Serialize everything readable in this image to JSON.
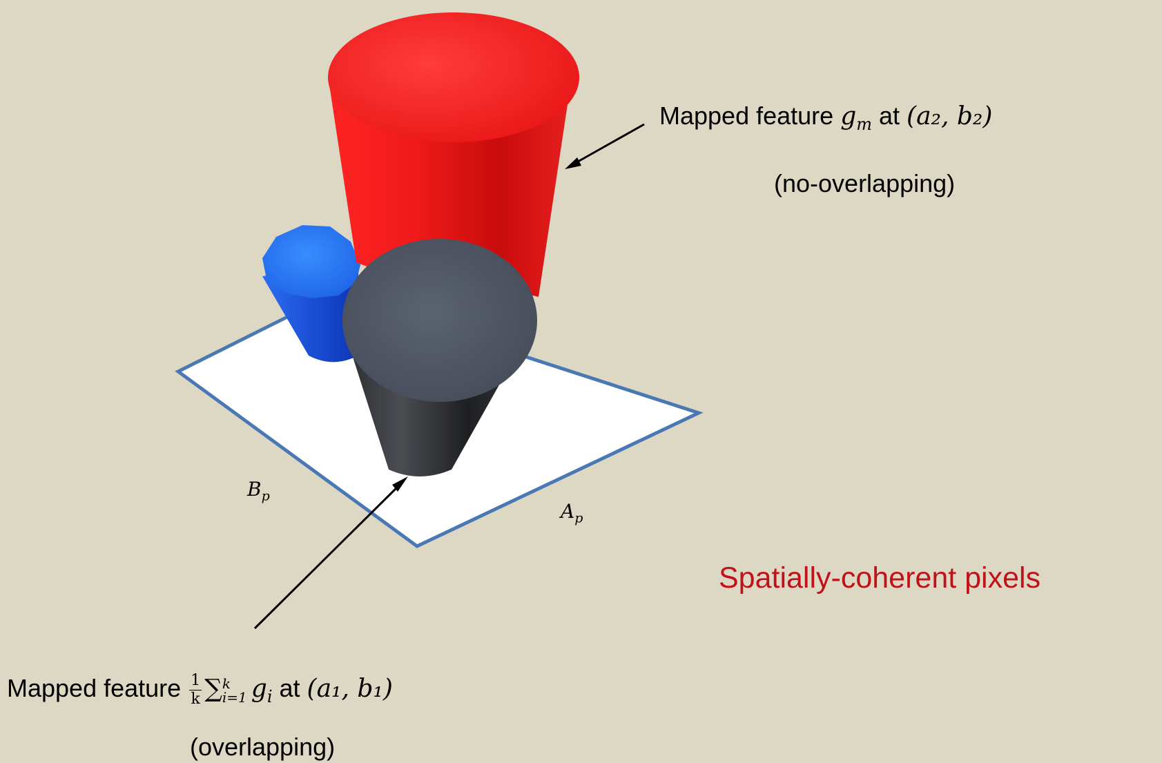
{
  "title": "Spatially-coherent pixels",
  "top_label": {
    "prefix": "Mapped feature ",
    "var": "g",
    "var_sub": "m",
    "mid": " at ",
    "coords": "(a₂, b₂)",
    "note": "(no-overlapping)"
  },
  "bottom_label": {
    "prefix": "Mapped feature ",
    "frac_num": "1",
    "frac_den": "k",
    "sigma": "∑",
    "sum_upper": "k",
    "sum_lower": "i=1",
    "var": "g",
    "var_sub": "i",
    "mid": " at ",
    "coords": "(a₁, b₁)",
    "note": "(overlapping)"
  },
  "axes": {
    "b_var": "B",
    "b_sub": "p",
    "a_var": "A",
    "a_sub": "p"
  },
  "colors": {
    "background": "#ddd8c4",
    "title": "#c0121a",
    "plane_border": "#4a78b4",
    "red_cylinder": "#e41515",
    "blue_cylinder": "#1d5fe0",
    "dark_cylinder": "#3b3f48"
  }
}
